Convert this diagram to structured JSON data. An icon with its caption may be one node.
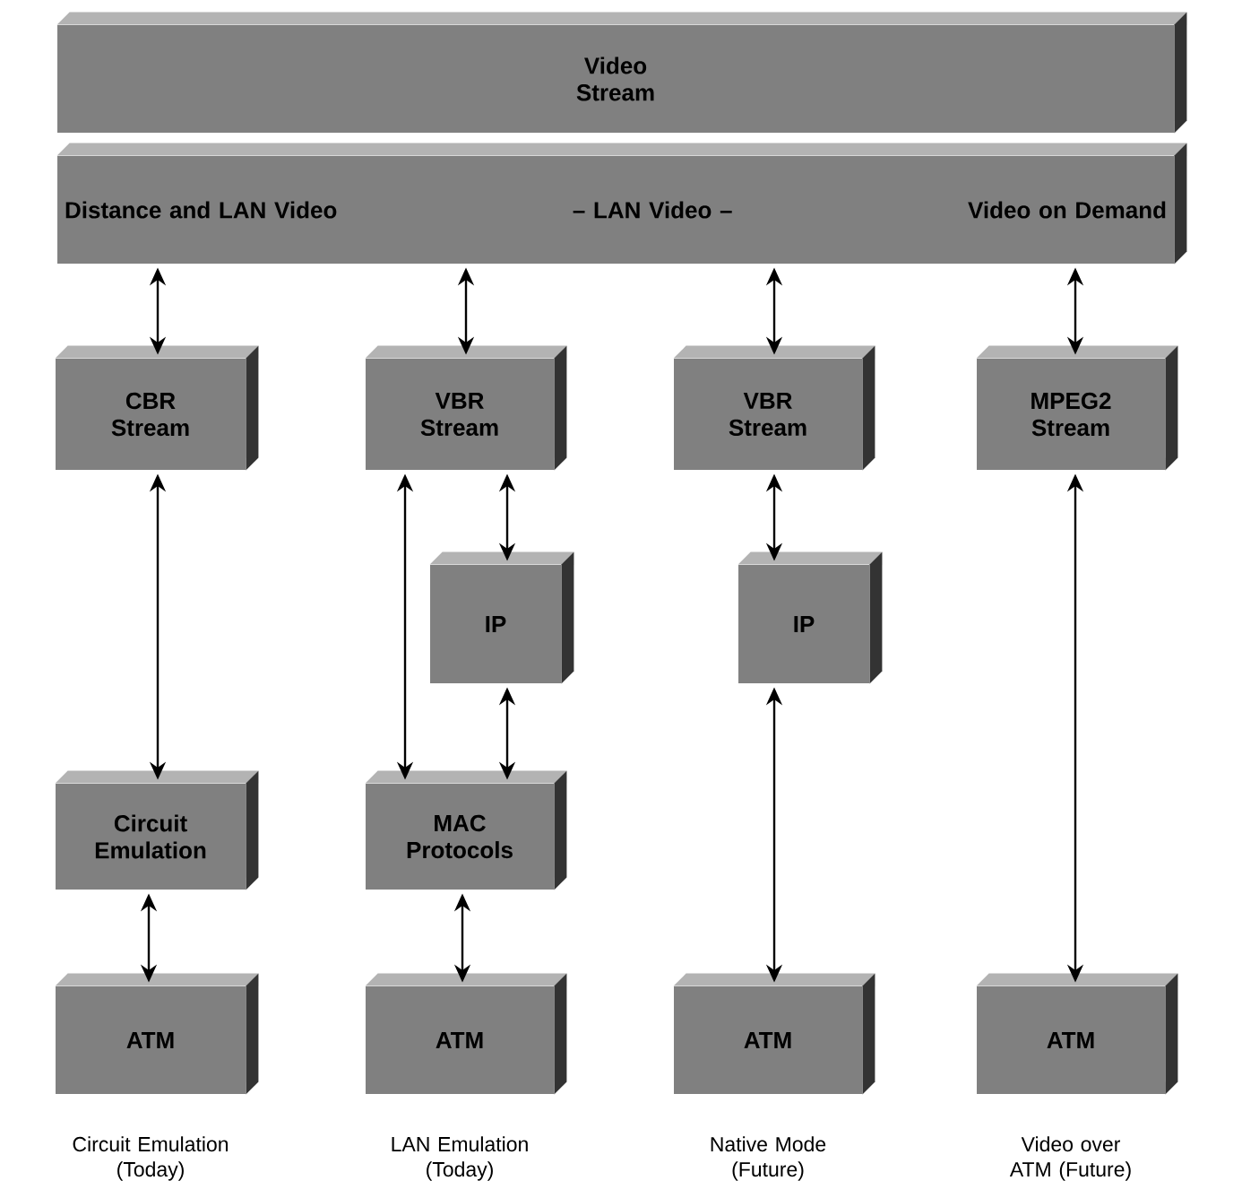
{
  "diagram": {
    "nodes": [
      {
        "text": [
          "Video Stream"
        ]
      },
      {
        "text": [
          "Distance and LAN Video",
          "– LAN Video –",
          "Video on Demand"
        ]
      },
      {
        "text": [
          "CBR Stream"
        ]
      },
      {
        "text": [
          "VBR Stream"
        ]
      },
      {
        "text": [
          "VBR Stream"
        ]
      },
      {
        "text": [
          "MPEG2 Stream"
        ]
      },
      {
        "text": [
          "IP"
        ]
      },
      {
        "text": [
          "IP"
        ]
      },
      {
        "text": [
          "Circuit Emulation"
        ]
      },
      {
        "text": [
          "MAC Protocols"
        ]
      },
      {
        "text": [
          "ATM"
        ],
        "beside": [
          "Circuit Emulation (Today)"
        ]
      },
      {
        "text": [
          "ATM"
        ],
        "beside": [
          "LAN Emulation (Today)"
        ]
      },
      {
        "text": [
          "ATM"
        ],
        "beside": [
          "Native Mode (Future)"
        ]
      },
      {
        "text": [
          "ATM"
        ],
        "beside": [
          "Video over ATM (Future)"
        ]
      }
    ],
    "edges": [
      {
        "from": 1,
        "to": 2,
        "arrow": "both"
      },
      {
        "from": 1,
        "to": 3,
        "arrow": "both"
      },
      {
        "from": 1,
        "to": 4,
        "arrow": "both"
      },
      {
        "from": 1,
        "to": 5,
        "arrow": "both"
      },
      {
        "from": 2,
        "to": 8,
        "arrow": "both"
      },
      {
        "from": 8,
        "to": 10,
        "arrow": "both"
      },
      {
        "from": 3,
        "to": 9,
        "arrow": "both"
      },
      {
        "from": 3,
        "to": 6,
        "arrow": "both"
      },
      {
        "from": 6,
        "to": 9,
        "arrow": "both"
      },
      {
        "from": 9,
        "to": 11,
        "arrow": "both"
      },
      {
        "from": 4,
        "to": 7,
        "arrow": "both"
      },
      {
        "from": 7,
        "to": 12,
        "arrow": "both"
      },
      {
        "from": 5,
        "to": 13,
        "arrow": "both"
      }
    ]
  }
}
